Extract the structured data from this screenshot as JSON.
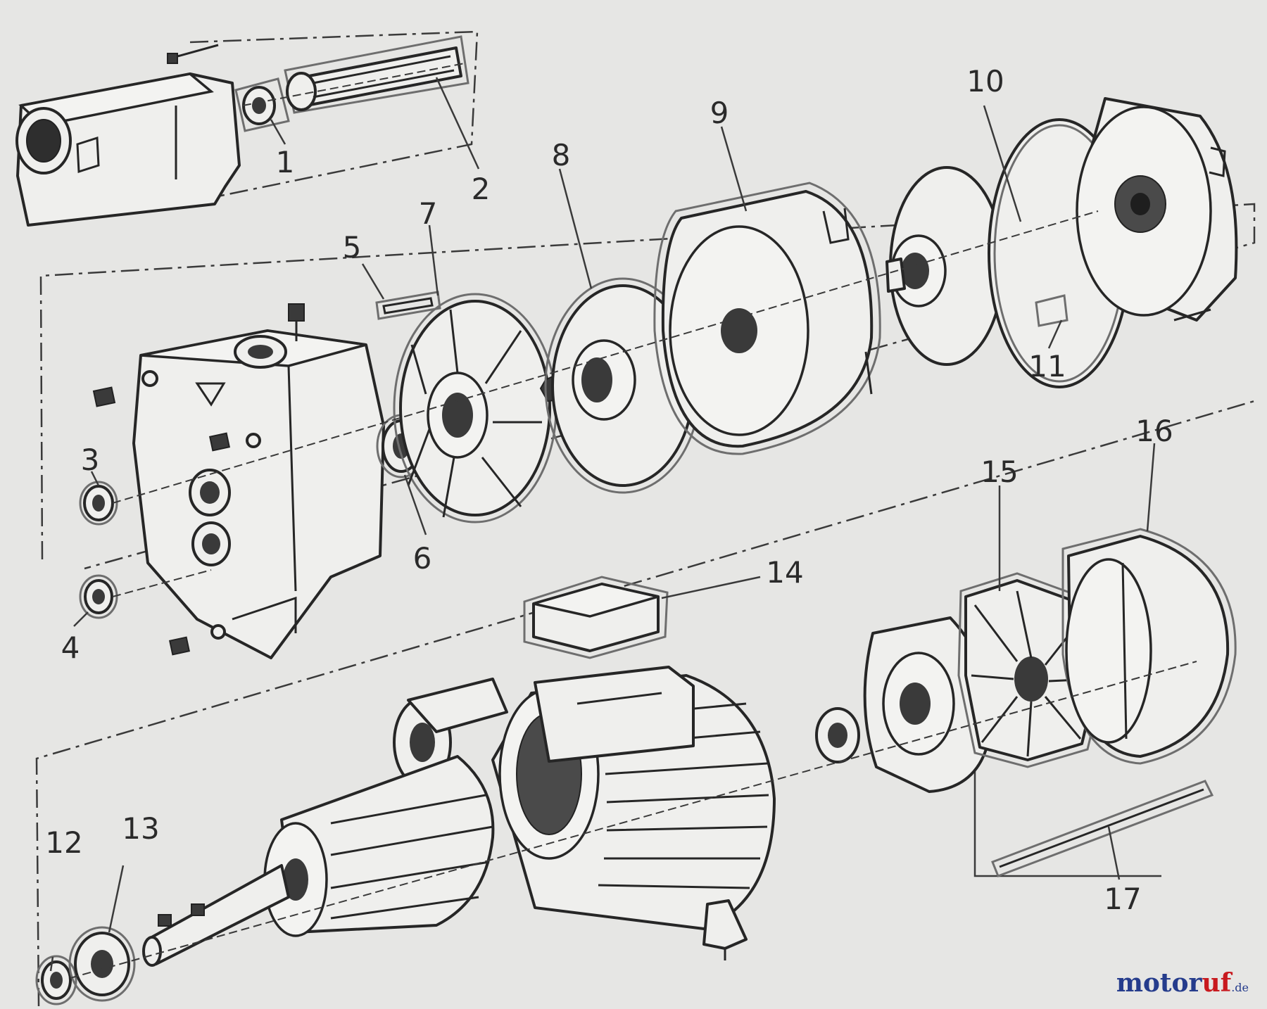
{
  "diagram": {
    "kind": "exploded parts view",
    "callouts": [
      "1",
      "2",
      "3",
      "4",
      "5",
      "6",
      "7",
      "8",
      "9",
      "10",
      "11",
      "12",
      "13",
      "14",
      "15",
      "16",
      "17"
    ]
  },
  "watermark": {
    "part1": "motor",
    "part2": "uf",
    "part3": ".de"
  }
}
